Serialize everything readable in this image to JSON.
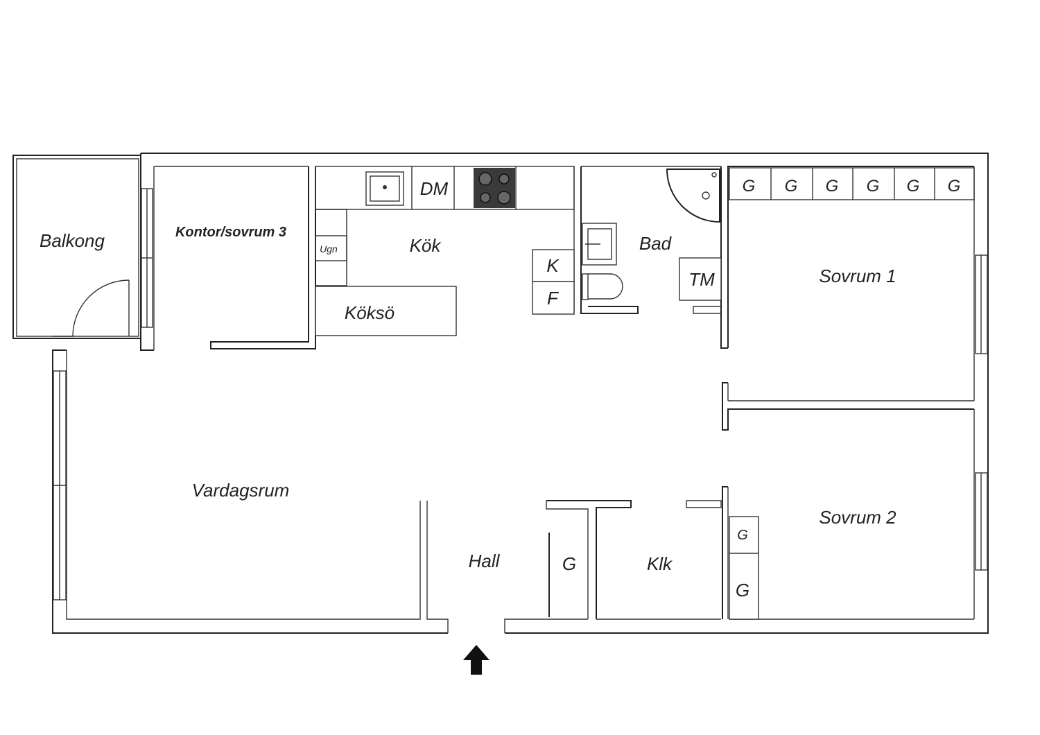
{
  "rooms": {
    "balkong": "Balkong",
    "kontor": "Kontor/sovrum 3",
    "kok": "Kök",
    "bad": "Bad",
    "sovrum1": "Sovrum 1",
    "sovrum2": "Sovrum 2",
    "vardagsrum": "Vardagsrum",
    "hall": "Hall",
    "klk": "Klk",
    "koksö": "Köksö"
  },
  "fixtures": {
    "dm": "DM",
    "ugn": "Ugn",
    "k": "K",
    "f": "F",
    "tm": "TM",
    "wardrobe": "G"
  },
  "colors": {
    "wall": "#222222",
    "stove": "#3a3a3a",
    "background": "#ffffff"
  },
  "icons": {
    "entrance": "arrow-up-icon",
    "sink": "sink-icon",
    "stove": "stove-icon",
    "shower": "shower-icon",
    "toilet": "toilet-icon",
    "door": "door-swing-icon"
  }
}
